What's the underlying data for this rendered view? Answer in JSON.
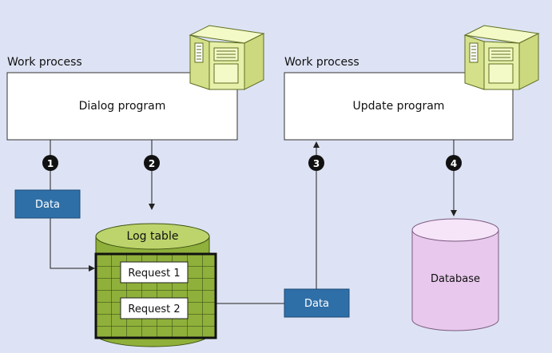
{
  "left": {
    "title": "Work process",
    "program": "Dialog program"
  },
  "right": {
    "title": "Work process",
    "program": "Update program"
  },
  "data_box_left": "Data",
  "data_box_right": "Data",
  "log_table": {
    "label": "Log table",
    "request_1": "Request 1",
    "request_2": "Request 2"
  },
  "database": "Database",
  "steps": [
    "1",
    "2",
    "3",
    "4"
  ],
  "colors": {
    "background": "#dde3f4",
    "data_box": "#2e6fa8",
    "log_table_fill": "#8fb03a",
    "log_table_top": "#bdd46c",
    "database_fill": "#e8c8ec",
    "server": "#e6f0a8"
  }
}
